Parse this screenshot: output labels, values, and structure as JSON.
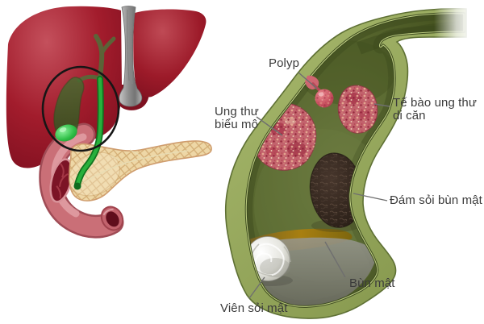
{
  "figure": {
    "labels": {
      "polyp": "Polyp",
      "carcinoma": "Ung thư\nbiểu mô",
      "metastatic_cells": "Tế bào ung thư\ndi căn",
      "sludge_stone_cluster": "Đám sỏi bùn mật",
      "bile_sludge": "Bùn mật",
      "gallstone": "Viên sỏi mật"
    },
    "colors": {
      "page_bg": "#ffffff",
      "label_color": "#3b3b3b",
      "leader_color": "#6f6f6f",
      "liver_red": "#a21c2c",
      "ligament_gray": "#9e9e9e",
      "gallbladder_green": "#2fbf47",
      "bile_duct_green": "#28b03c",
      "duodenum_pink": "#ca6f77",
      "pancreas_tan": "#eed7a6",
      "wall_green": "#9cb05e",
      "interior_olive": "#57662e",
      "tumor_pink": "#c2626c",
      "tumor_dark_red": "#9c2740",
      "polyp_pink": "#d6626b",
      "stone_clump_brown": "#32271f",
      "sludge_amber": "#a57c0e",
      "sludge_gray": "#8e8e86",
      "gallstone_white": "#e8e8e2",
      "highlight_circle_black": "#161616"
    }
  }
}
